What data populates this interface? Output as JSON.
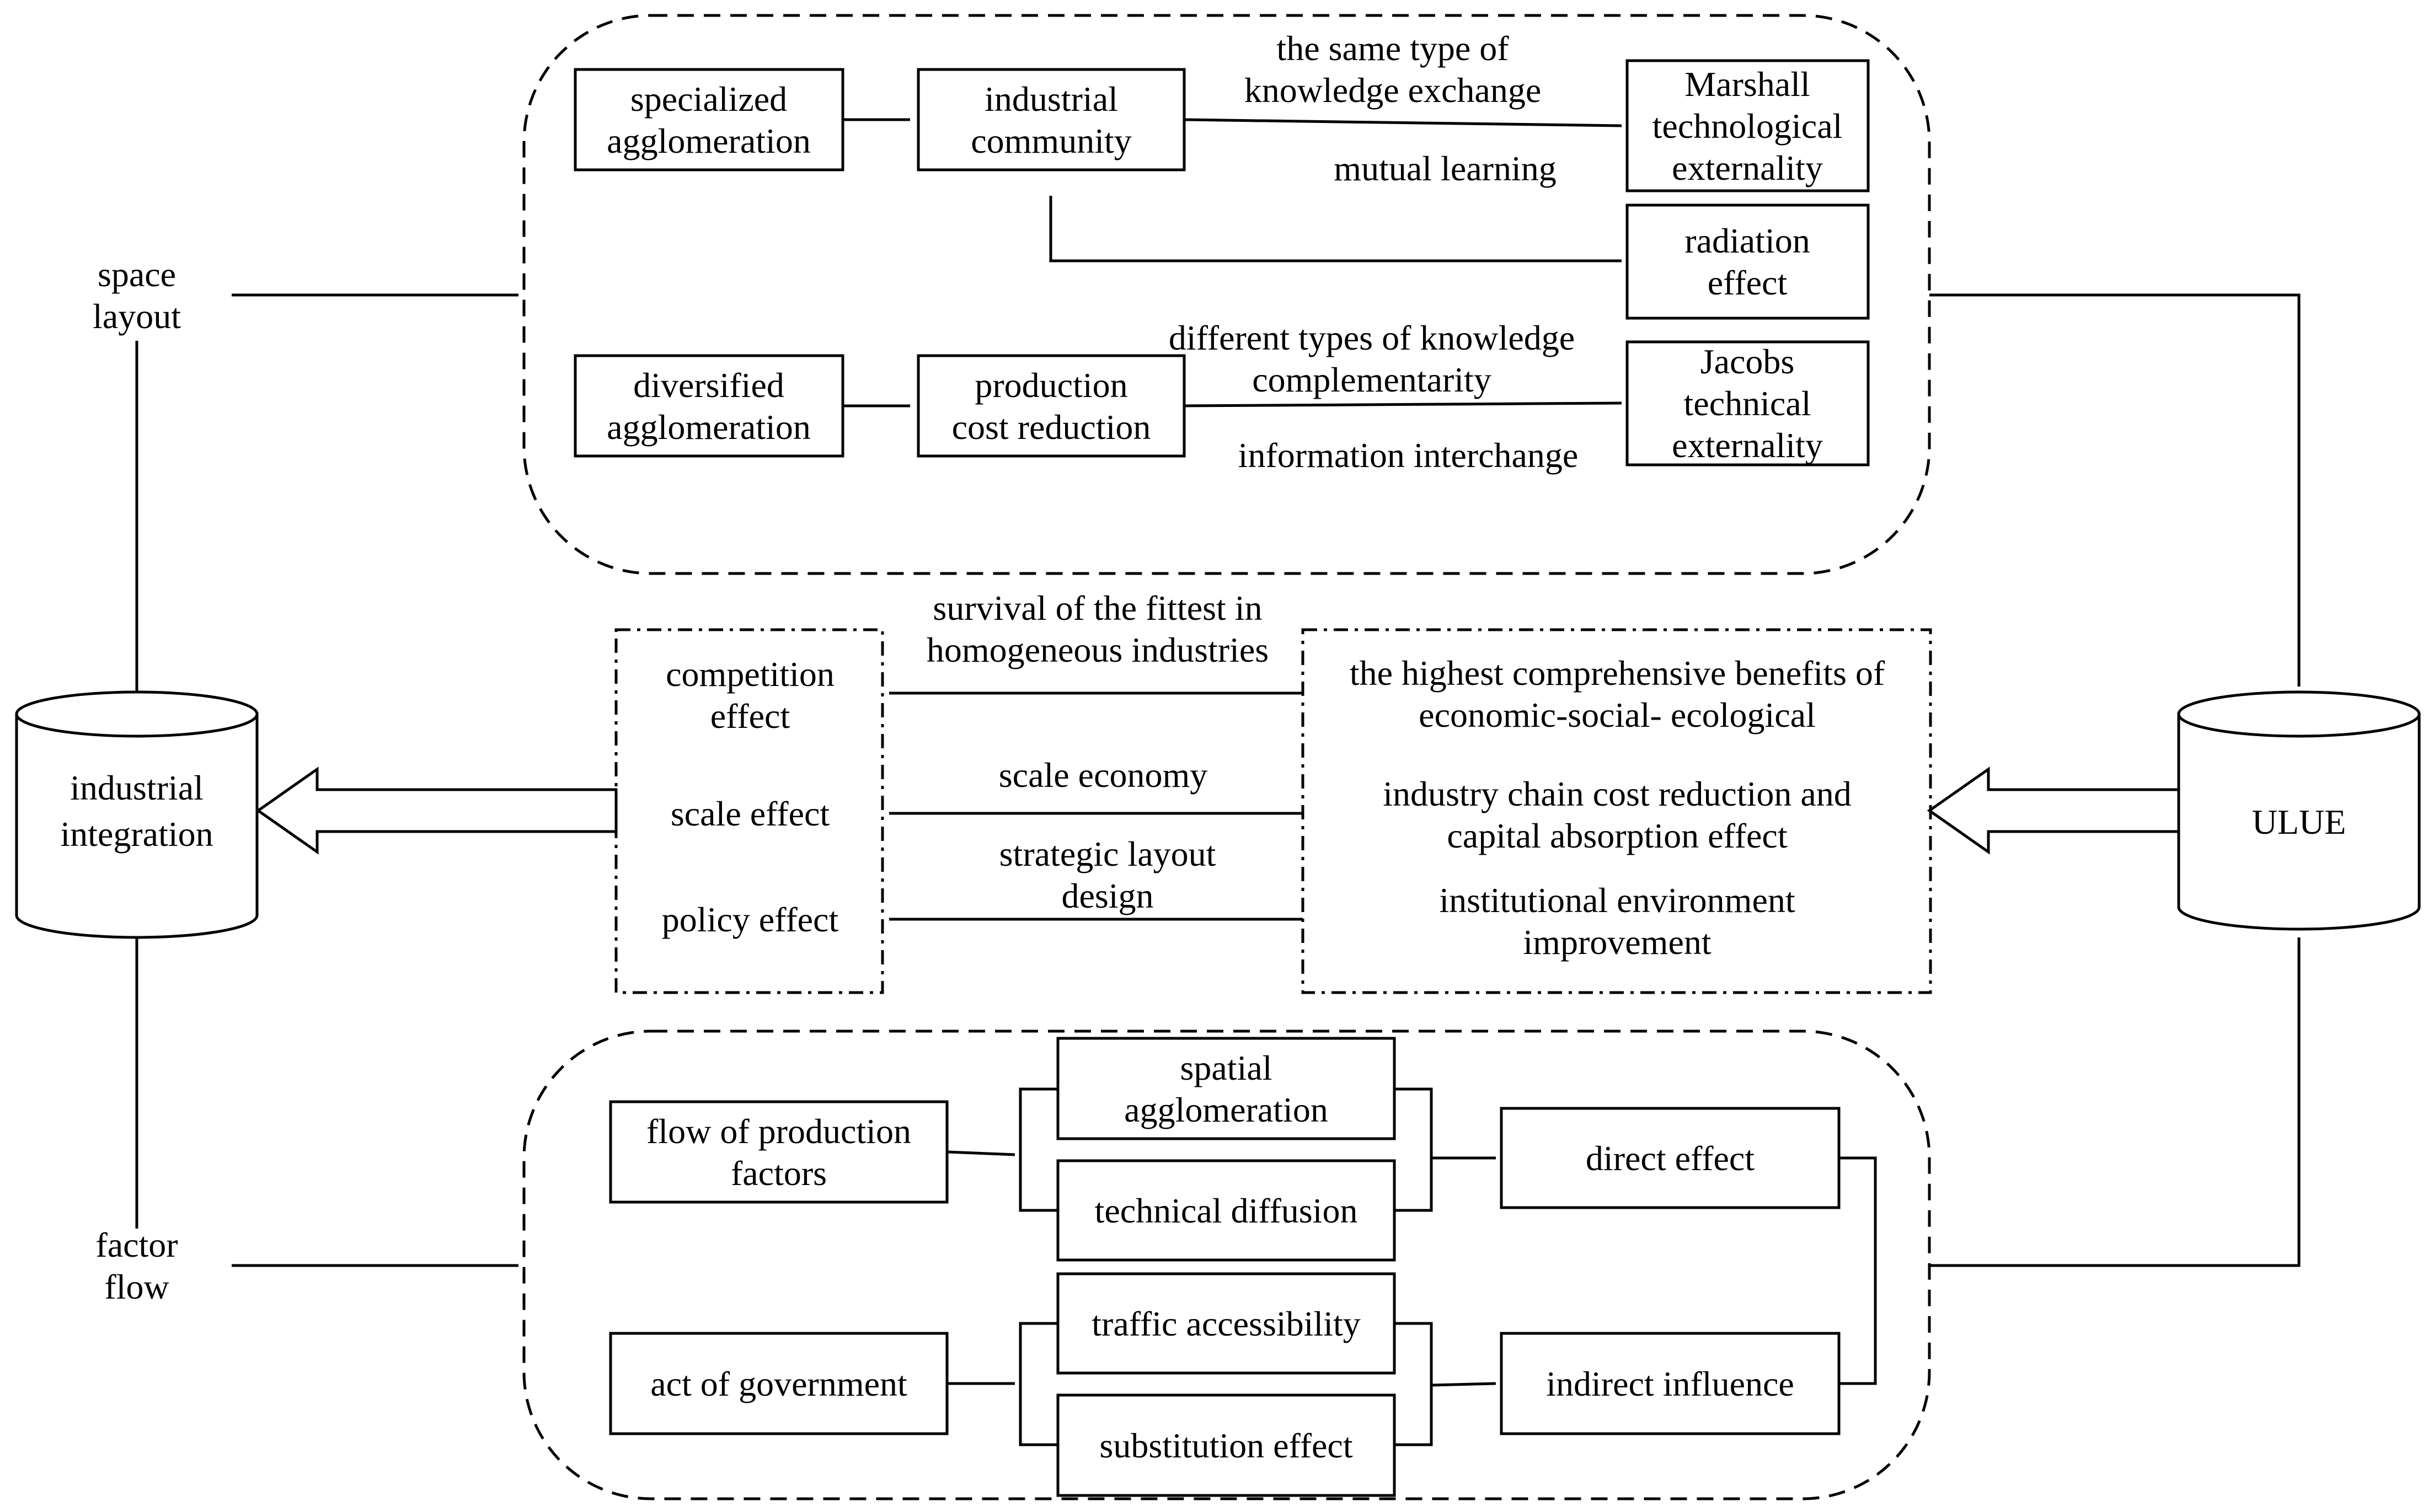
{
  "labels": {
    "space_layout": [
      "space",
      "layout"
    ],
    "factor_flow": [
      "factor",
      "flow"
    ],
    "industrial_integration": [
      "industrial",
      "integration"
    ],
    "ulue": [
      "ULUE"
    ]
  },
  "top_section": {
    "specialized_agglomeration": [
      "specialized",
      "agglomeration"
    ],
    "industrial_community": [
      "industrial",
      "community"
    ],
    "marshall": [
      "Marshall",
      "technological",
      "externality"
    ],
    "radiation": [
      "radiation",
      "effect"
    ],
    "diversified_agglomeration": [
      "diversified",
      "agglomeration"
    ],
    "production_cost_reduction": [
      "production",
      "cost reduction"
    ],
    "jacobs": [
      "Jacobs",
      "technical",
      "externality"
    ],
    "same_type_exchange": [
      "the same type of",
      "knowledge exchange"
    ],
    "mutual_learning": [
      "mutual learning"
    ],
    "different_types": [
      "different types of knowledge",
      "complementarity"
    ],
    "information_interchange": [
      "information interchange"
    ]
  },
  "middle_section": {
    "effects": {
      "competition": [
        "competition",
        "effect"
      ],
      "scale": [
        "scale effect"
      ],
      "policy": [
        "policy effect"
      ]
    },
    "benefits": {
      "highest": [
        "the highest comprehensive benefits of",
        "economic-social- ecological"
      ],
      "chain": [
        "industry chain cost reduction and",
        "capital absorption effect"
      ],
      "institutional": [
        "institutional environment",
        "improvement"
      ]
    },
    "arrows": {
      "survival": [
        "survival of the fittest in",
        "homogeneous industries"
      ],
      "scale_economy": [
        "scale economy"
      ],
      "strategic": [
        "strategic layout",
        "design"
      ]
    }
  },
  "bottom_section": {
    "flow_of_factors": [
      "flow of production",
      "factors"
    ],
    "act_of_government": [
      "act of government"
    ],
    "spatial_agglomeration": [
      "spatial",
      "agglomeration"
    ],
    "technical_diffusion": [
      "technical diffusion"
    ],
    "traffic_accessibility": [
      "traffic accessibility"
    ],
    "substitution_effect": [
      "substitution effect"
    ],
    "direct_effect": [
      "direct effect"
    ],
    "indirect_influence": [
      "indirect influence"
    ]
  }
}
